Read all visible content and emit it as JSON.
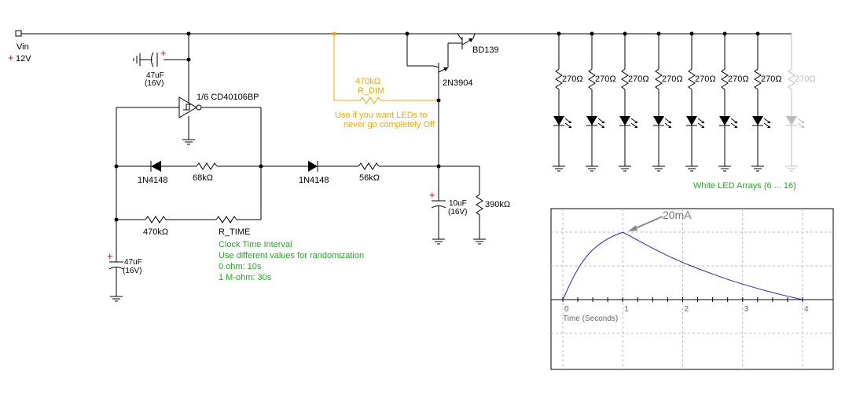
{
  "input": {
    "name": "Vin",
    "plus": "+",
    "voltage": "12V"
  },
  "caps": {
    "c_top": {
      "value": "47uF",
      "rating": "(16V)"
    },
    "c_timer": {
      "value": "47uF",
      "rating": "(16V)"
    },
    "c_base": {
      "value": "10uF",
      "rating": "(16V)"
    }
  },
  "inverter": {
    "label": "1/6 CD40106BP"
  },
  "diodes": {
    "d1": "1N4148",
    "d2": "1N4148"
  },
  "resistors": {
    "r68k": "68kΩ",
    "r56k": "56kΩ",
    "r470k": "470kΩ",
    "r_time": "R_TIME",
    "r390k": "390kΩ",
    "r_dim_value": "470kΩ",
    "r_dim_name": "R_DIM"
  },
  "transistors": {
    "q1": "BD139",
    "q2": "2N3904"
  },
  "led_resistors": [
    "270Ω",
    "270Ω",
    "270Ω",
    "270Ω",
    "270Ω",
    "270Ω",
    "270Ω",
    "270Ω"
  ],
  "notes": {
    "dim_note_1": "Use if you want LEDs to",
    "dim_note_2": "never go completely Off",
    "clock_1": "Clock Time Interval",
    "clock_2": "Use different values for randomization",
    "clock_3": "0 ohm: 10s",
    "clock_4": "1 M-ohm: 30s",
    "led_arrays": "White LED Arrays (6 ... 16)"
  },
  "colors": {
    "wire": "#000000",
    "dim_path": "#f5a800",
    "note_green": "#22aa22",
    "ghost": "#bdbdbd",
    "trace": "#2222cc"
  },
  "chart_data": {
    "type": "line",
    "title": "",
    "xlabel": "Time (Seconds)",
    "ylabel": "",
    "x_ticks": [
      "0",
      "1",
      "2",
      "3",
      "4"
    ],
    "xlim": [
      0,
      4
    ],
    "ylim": [
      0,
      20
    ],
    "annotation": "20mA",
    "series": [
      {
        "name": "",
        "x": [
          0,
          0.1,
          0.2,
          0.3,
          0.4,
          0.5,
          0.6,
          0.7,
          0.8,
          0.9,
          1.0,
          1.25,
          1.5,
          1.75,
          2.0,
          2.25,
          2.5,
          2.75,
          3.0,
          3.25,
          3.5,
          3.75,
          4.0
        ],
        "y": [
          0,
          3.9,
          7.5,
          10.5,
          12.9,
          14.8,
          16.3,
          17.5,
          18.5,
          19.3,
          20,
          17.6,
          15.2,
          13.0,
          11.0,
          9.2,
          7.6,
          6.0,
          4.6,
          3.3,
          2.1,
          1.0,
          0
        ]
      }
    ]
  }
}
